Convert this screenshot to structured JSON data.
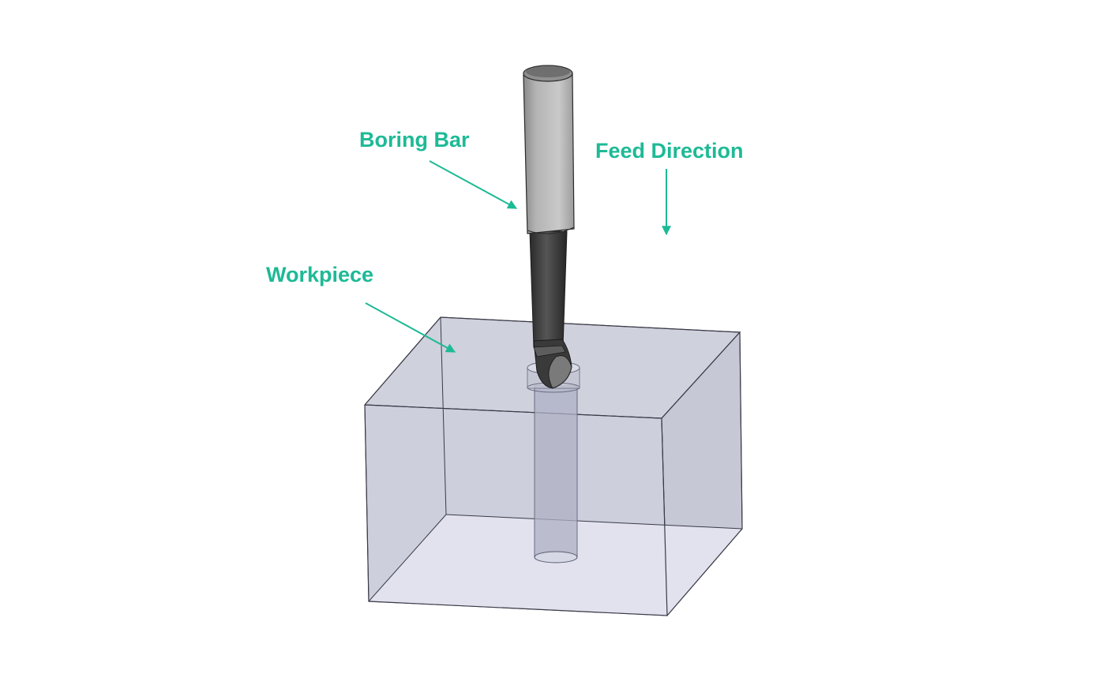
{
  "labels": {
    "boring_bar": "Boring Bar",
    "feed_direction": "Feed Direction",
    "workpiece": "Workpiece"
  },
  "colors": {
    "annotation": "#1dba96",
    "workpiece_fill": "#c4c7d6",
    "workpiece_edge": "#3a3a48",
    "shank_light": "#c8c8c8",
    "shank_dark": "#4a4a4a",
    "bar_dark": "#2e2e2e"
  }
}
